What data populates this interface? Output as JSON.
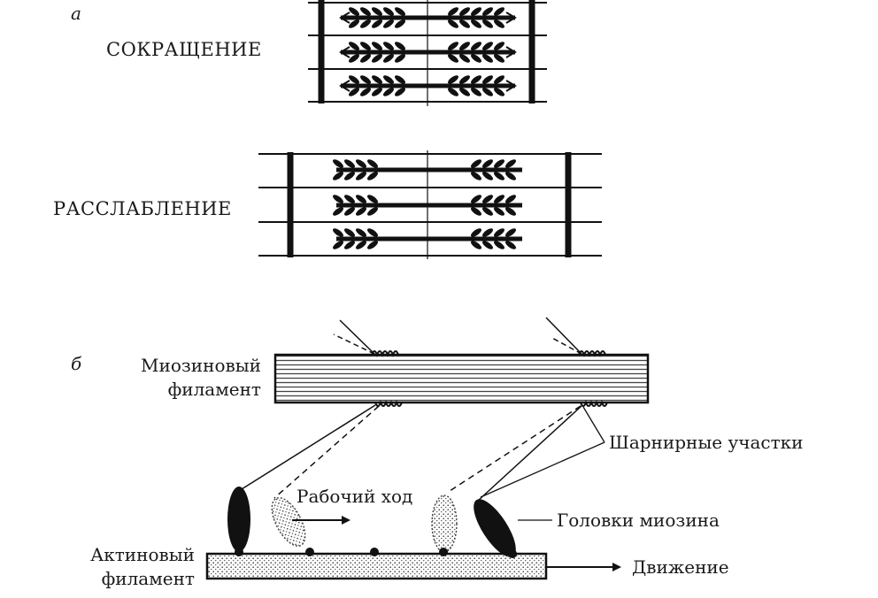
{
  "panel_a": {
    "letter": "а",
    "contraction_label": "СОКРАЩЕНИЕ",
    "relaxation_label": "РАССЛАБЛЕНИЕ"
  },
  "panel_b": {
    "letter": "б",
    "myosin_label_line1": "Миозиновый",
    "myosin_label_line2": "филамент",
    "actin_label_line1": "Актиновый",
    "actin_label_line2": "филамент",
    "hinge_label": "Шарнирные участки",
    "stroke_label": "Рабочий ход",
    "heads_label": "Головки миозина",
    "movement_label": "Движение"
  }
}
